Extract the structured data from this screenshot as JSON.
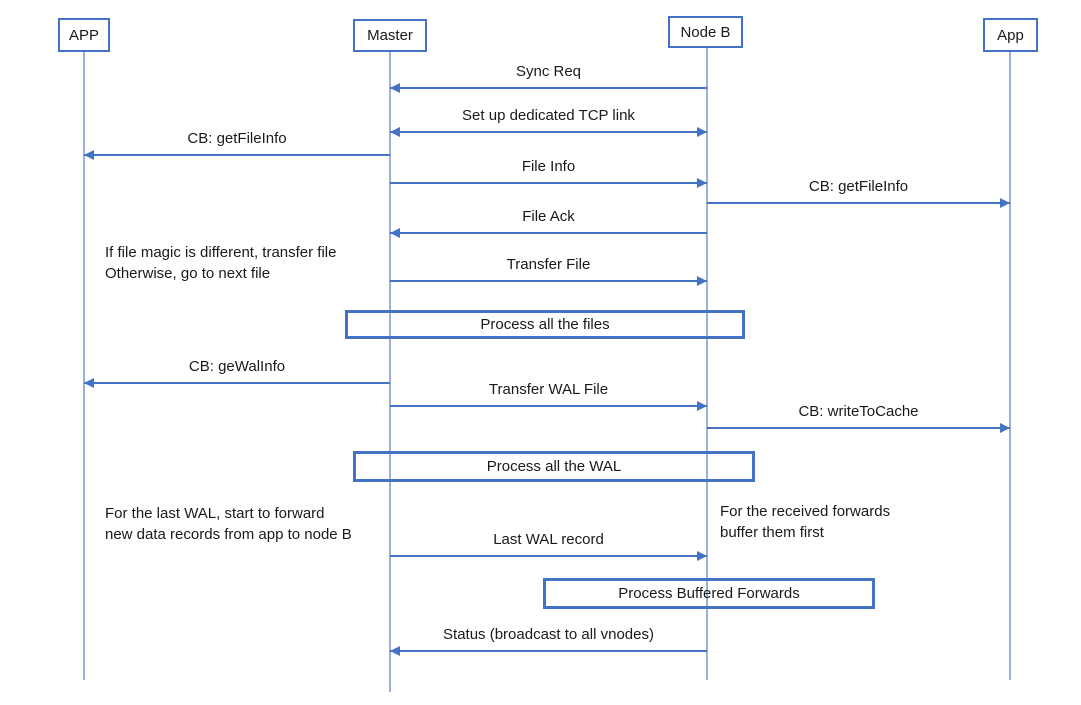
{
  "diagram_type": "sequence-diagram",
  "colors": {
    "arrow": "#4472C4",
    "lifeline": "#9DB0DC",
    "box_border": "#4472C4",
    "text": "#000000",
    "background": "#FFFFFF"
  },
  "actors": [
    {
      "label": "APP"
    },
    {
      "label": "Master"
    },
    {
      "label": "Node B"
    },
    {
      "label": "App"
    }
  ],
  "messages": [
    {
      "label": "Sync Req",
      "from": "Node B",
      "to": "Master"
    },
    {
      "label": "Set up dedicated TCP link",
      "from": "Master",
      "to": "Node B",
      "bidirectional": true
    },
    {
      "label": "CB: getFileInfo",
      "from": "Master",
      "to": "APP"
    },
    {
      "label": "File Info",
      "from": "Master",
      "to": "Node B"
    },
    {
      "label": "CB: getFileInfo",
      "from": "Node B",
      "to": "App"
    },
    {
      "label": "File Ack",
      "from": "Node B",
      "to": "Master"
    },
    {
      "label": "Transfer File",
      "from": "Master",
      "to": "Node B"
    },
    {
      "label": "CB: geWalInfo",
      "from": "Master",
      "to": "APP"
    },
    {
      "label": "Transfer WAL File",
      "from": "Master",
      "to": "Node B"
    },
    {
      "label": "CB: writeToCache",
      "from": "Node B",
      "to": "App"
    },
    {
      "label": "Last WAL record",
      "from": "Master",
      "to": "Node B"
    },
    {
      "label": "Status (broadcast to all vnodes)",
      "from": "Node B",
      "to": "Master"
    }
  ],
  "process_boxes": [
    {
      "label": "Process all the files"
    },
    {
      "label": "Process all the WAL"
    },
    {
      "label": "Process Buffered Forwards"
    }
  ],
  "notes": [
    {
      "line1": "If file magic is different, transfer file",
      "line2": "Otherwise, go to next file"
    },
    {
      "line1": "For the last WAL, start to forward",
      "line2": "new data records from app to node B"
    },
    {
      "line1": "For the received forwards",
      "line2": "buffer them first"
    }
  ]
}
